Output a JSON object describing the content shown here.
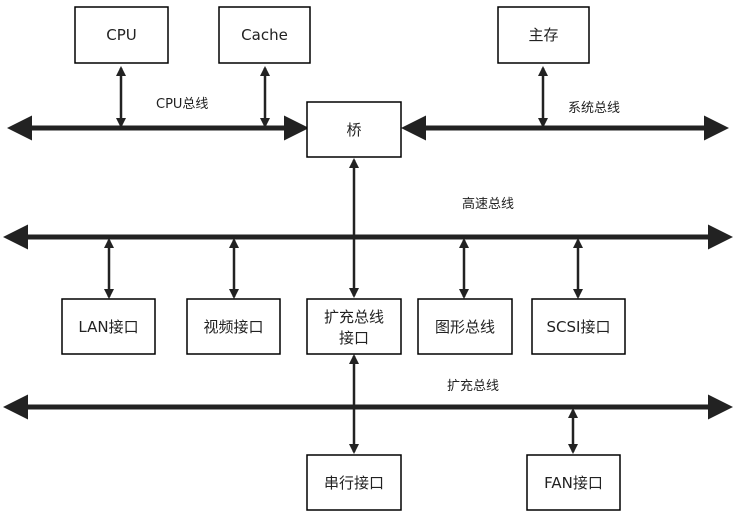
{
  "components": {
    "cpu": "CPU",
    "cache": "Cache",
    "main_memory": "主存",
    "bridge": "桥",
    "lan_interface": "LAN接口",
    "video_interface": "视频接口",
    "expansion_bus_interface_line1": "扩充总线",
    "expansion_bus_interface_line2": "接口",
    "graphics_bus": "图形总线",
    "scsi_interface": "SCSI接口",
    "serial_interface": "串行接口",
    "fan_interface": "FAN接口"
  },
  "buses": {
    "cpu_bus": "CPU总线",
    "system_bus": "系统总线",
    "high_speed_bus": "高速总线",
    "expansion_bus": "扩充总线"
  },
  "colors": {
    "line": "#222222",
    "box_border": "#000000",
    "text": "#222222"
  }
}
